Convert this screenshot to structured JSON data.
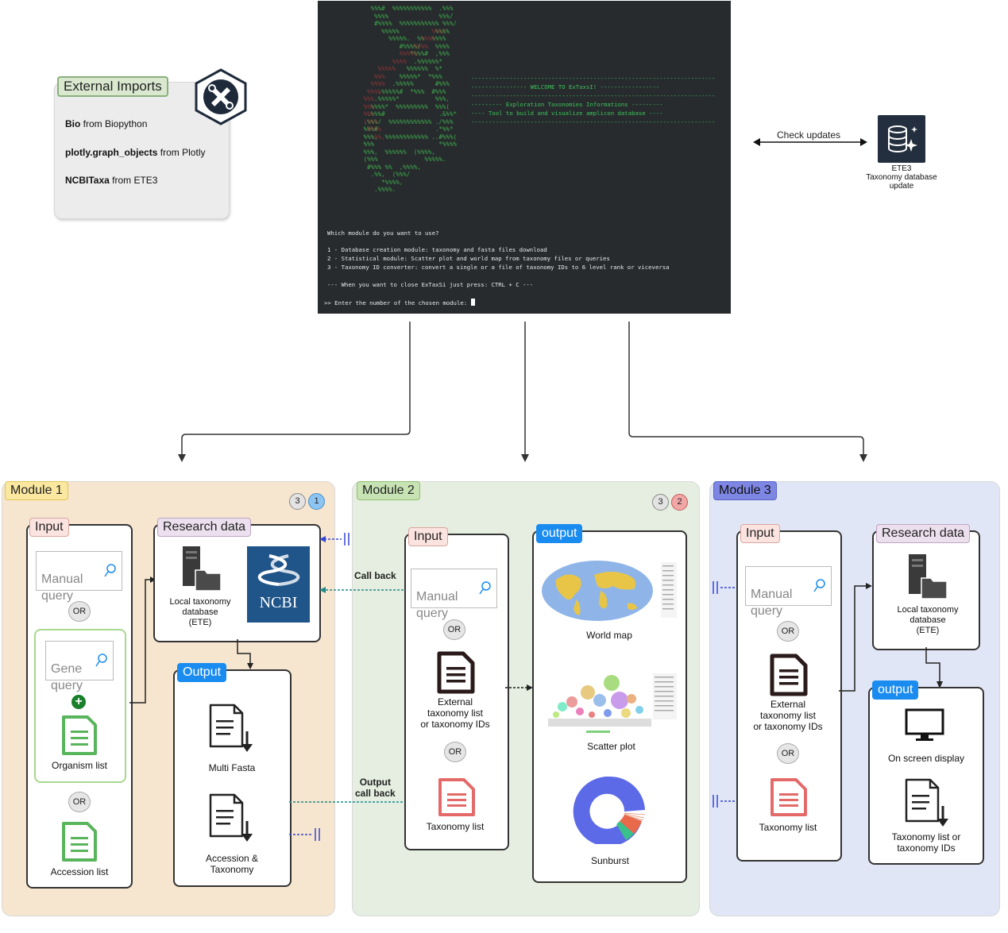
{
  "external_imports": {
    "title": "External Imports",
    "lines": [
      {
        "bold": "Bio",
        "rest": " from Biopython"
      },
      {
        "bold": "plotly.graph_objects",
        "rest": " from Plotly"
      },
      {
        "bold": "NCBITaxa",
        "rest": " from ETE3"
      }
    ],
    "icon": "tools-icon"
  },
  "terminal": {
    "welcome": [
      "----------------------------------------------------------------------",
      "---------------- WELCOME TO ExTaxsI! -----------------",
      "----------------------------------------------------------------------",
      "--------- Exploration Taxonomies Informations ---------",
      "---- Tool to build and visualize amplicon database ----",
      "----------------------------------------------------------------------"
    ],
    "question": "Which module do you want to use?",
    "options": [
      "1 - Database creation module: taxonomy and fasta files download",
      "2 - Statistical module: Scatter plot and world map from taxonomy files or queries",
      "3 - Taxonomy ID converter: convert a single or a file of taxonomy IDs to 6 level rank or viceversa"
    ],
    "close_hint": "--- When you want to close ExTaxSi just press: CTRL + C ---",
    "prompt": ">> Enter the number of the chosen module:"
  },
  "updates": {
    "arrow_label": "Check updates",
    "icon_label": "ETE3\nTaxonomy database\nupdate",
    "icon": "database-sparkle-icon"
  },
  "module1": {
    "title": "Module 1",
    "badges": [
      "3",
      "1"
    ],
    "input": {
      "title": "Input",
      "manual_query": "Manual\nquery",
      "or": "OR",
      "gene_query": "Gene\nquery",
      "organism_list": "Organism list",
      "or2": "OR",
      "accession_list": "Accession list"
    },
    "research": {
      "title": "Research data",
      "local_db": "Local taxonomy\ndatabase\n(ETE)",
      "ncbi": "NCBI"
    },
    "output": {
      "title": "Output",
      "multi_fasta": "Multi Fasta",
      "accession_taxonomy": "Accession &\nTaxonomy"
    }
  },
  "module2": {
    "title": "Module 2",
    "badges": [
      "3",
      "2"
    ],
    "call_back": "Call back",
    "output_call_back": "Output\ncall back",
    "input": {
      "title": "Input",
      "manual_query": "Manual\nquery",
      "or": "OR",
      "external": "External\ntaxonomy list\nor taxonomy IDs",
      "or2": "OR",
      "taxonomy_list": "Taxonomy list"
    },
    "output": {
      "title": "output",
      "world_map": "World map",
      "scatter_plot": "Scatter plot",
      "sunburst": "Sunburst"
    }
  },
  "module3": {
    "title": "Module 3",
    "input": {
      "title": "Input",
      "manual_query": "Manual\nquery",
      "or": "OR",
      "external": "External\ntaxonomy list\nor taxonomy IDs",
      "or2": "OR",
      "taxonomy_list": "Taxonomy list"
    },
    "research": {
      "title": "Research data",
      "local_db": "Local taxonomy\ndatabase\n(ETE)"
    },
    "output": {
      "title": "output",
      "on_screen": "On screen display",
      "tax_list": "Taxonomy list or\ntaxonomy IDs"
    }
  },
  "colors": {
    "module1_bg": "#f7e6cf",
    "module2_bg": "#e5eee0",
    "module3_bg": "#e1e6f6",
    "doc_green": "#59b55b",
    "doc_red": "#e46a6a",
    "doc_dark": "#2a1a1a",
    "accent_blue": "#1a8cf0"
  }
}
